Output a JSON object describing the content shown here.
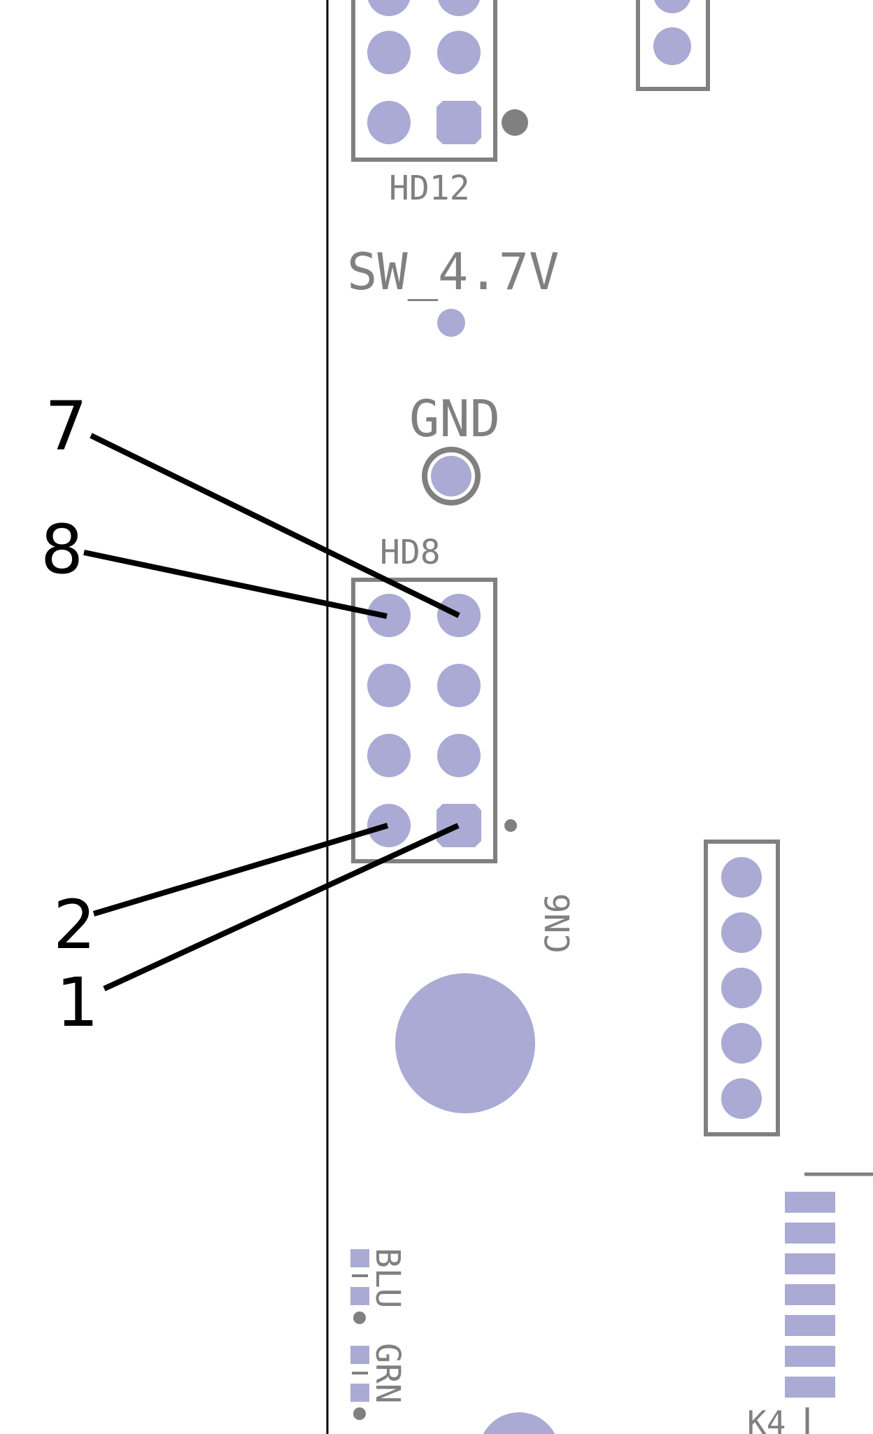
{
  "colors": {
    "pad": "#aaaad4",
    "silkscreen": "#808080",
    "callout": "#000000",
    "background": "#ffffff"
  },
  "silkscreen_labels": {
    "hd12": "HD12",
    "sw": "SW_4.7V",
    "gnd": "GND",
    "hd8": "HD8",
    "cn6": "CN6",
    "blu": "BLU",
    "grn": "GRN",
    "k4": "K4"
  },
  "callouts": {
    "pin7": "7",
    "pin8": "8",
    "pin2": "2",
    "pin1": "1"
  }
}
